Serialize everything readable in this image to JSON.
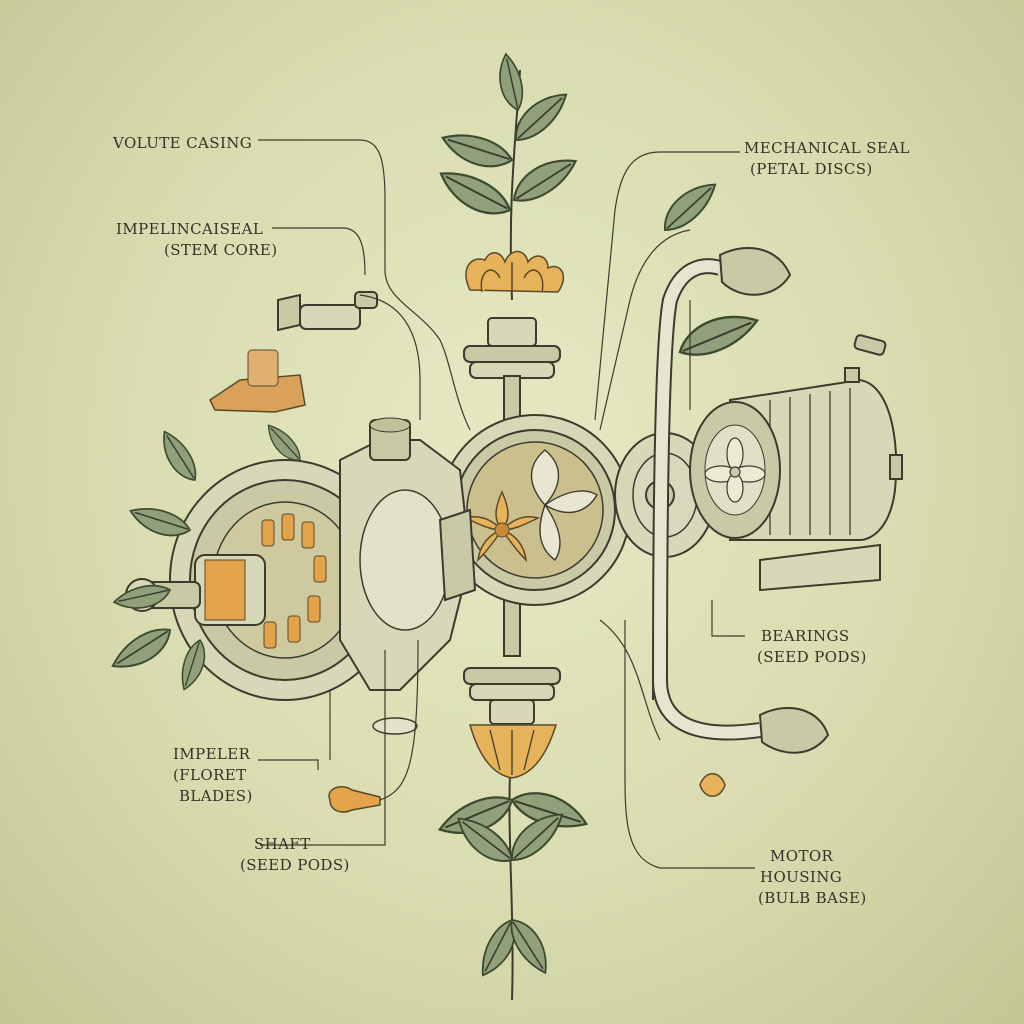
{
  "labels": {
    "volute_casing": [
      "VOLUTE CASING"
    ],
    "impeller_seal": [
      "IMPELINCAISEAL",
      "(STEM CORE)"
    ],
    "mechanical_seal": [
      "MECHANICAL SEAL",
      "(PETAL DISCS)"
    ],
    "bearings": [
      "BEARINGS",
      "(SEED PODS)"
    ],
    "impeller": [
      "IMPELER",
      "(FLORET",
      "BLADES)"
    ],
    "shaft": [
      "SHAFT",
      "(SEED PODS)"
    ],
    "motor_housing": [
      "MOTOR",
      "HOUSING",
      "(BULB BASE)"
    ]
  },
  "colors": {
    "background": "#dde0b6",
    "ink": "#3c3c2e",
    "metal": "#d6d8b8",
    "petal_gold": "#e6b25a",
    "leaf_green": "#8fa07a"
  }
}
